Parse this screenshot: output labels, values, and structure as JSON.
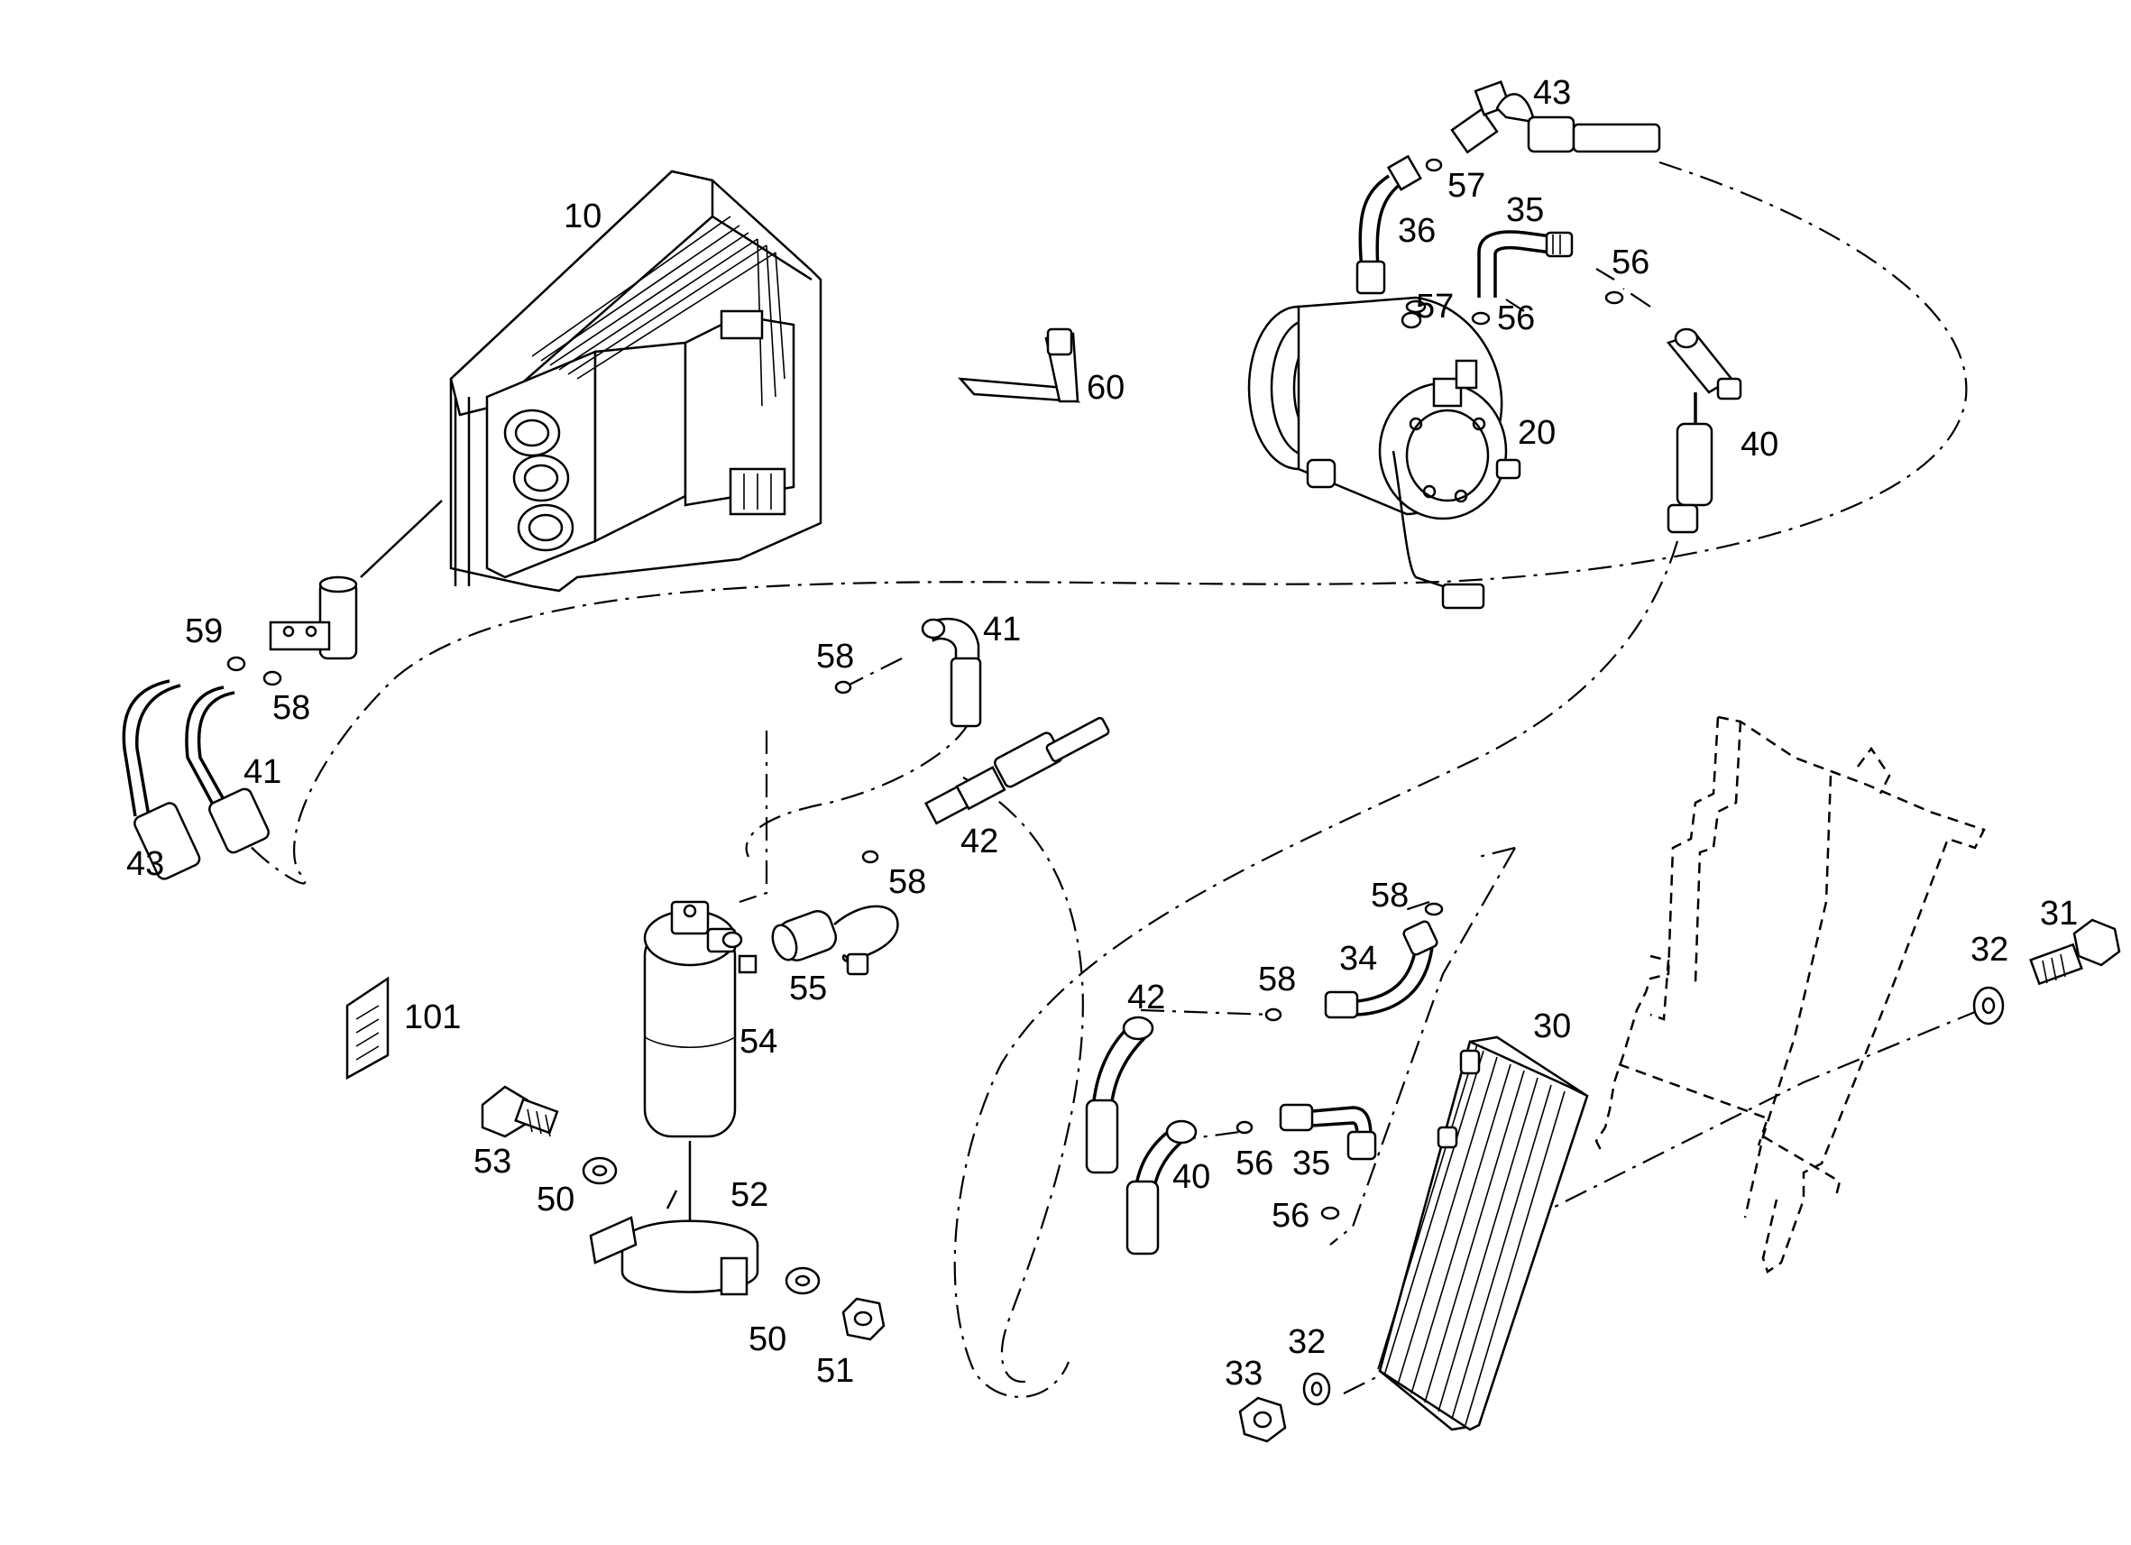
{
  "labels": {
    "l10": "10",
    "l20": "20",
    "l30": "30",
    "l31": "31",
    "l32a": "32",
    "l32b": "32",
    "l33": "33",
    "l34": "34",
    "l35a": "35",
    "l35b": "35",
    "l36": "36",
    "l40a": "40",
    "l40b": "40",
    "l41a": "41",
    "l41b": "41",
    "l42a": "42",
    "l42b": "42",
    "l43a": "43",
    "l43b": "43",
    "l50a": "50",
    "l50b": "50",
    "l51": "51",
    "l52": "52",
    "l53": "53",
    "l54": "54",
    "l55": "55",
    "l56a": "56",
    "l56b": "56",
    "l56c": "56",
    "l56d": "56",
    "l57a": "57",
    "l57b": "57",
    "l58a": "58",
    "l58b": "58",
    "l58c": "58",
    "l58d": "58",
    "l58e": "58",
    "l59": "59",
    "l60": "60",
    "l101": "101"
  }
}
